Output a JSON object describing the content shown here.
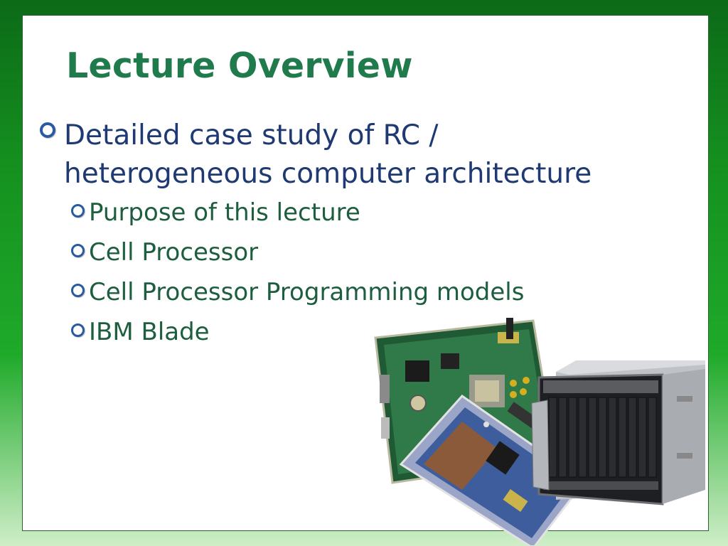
{
  "slide": {
    "title": "Lecture Overview",
    "bullets": [
      {
        "text": "Detailed case study of RC / heterogeneous computer architecture",
        "children": [
          "Purpose of this lecture",
          "Cell Processor",
          "Cell Processor Programming models",
          "IBM Blade"
        ]
      }
    ]
  },
  "icons": {
    "bullet": "hollow-circle-bullet-icon"
  },
  "colors": {
    "title": "#1f7a4c",
    "level1_text": "#1f3a73",
    "level2_text": "#1d5e3f",
    "bullet_ring": "#2a5aa0",
    "frame_green": "#15901f"
  }
}
